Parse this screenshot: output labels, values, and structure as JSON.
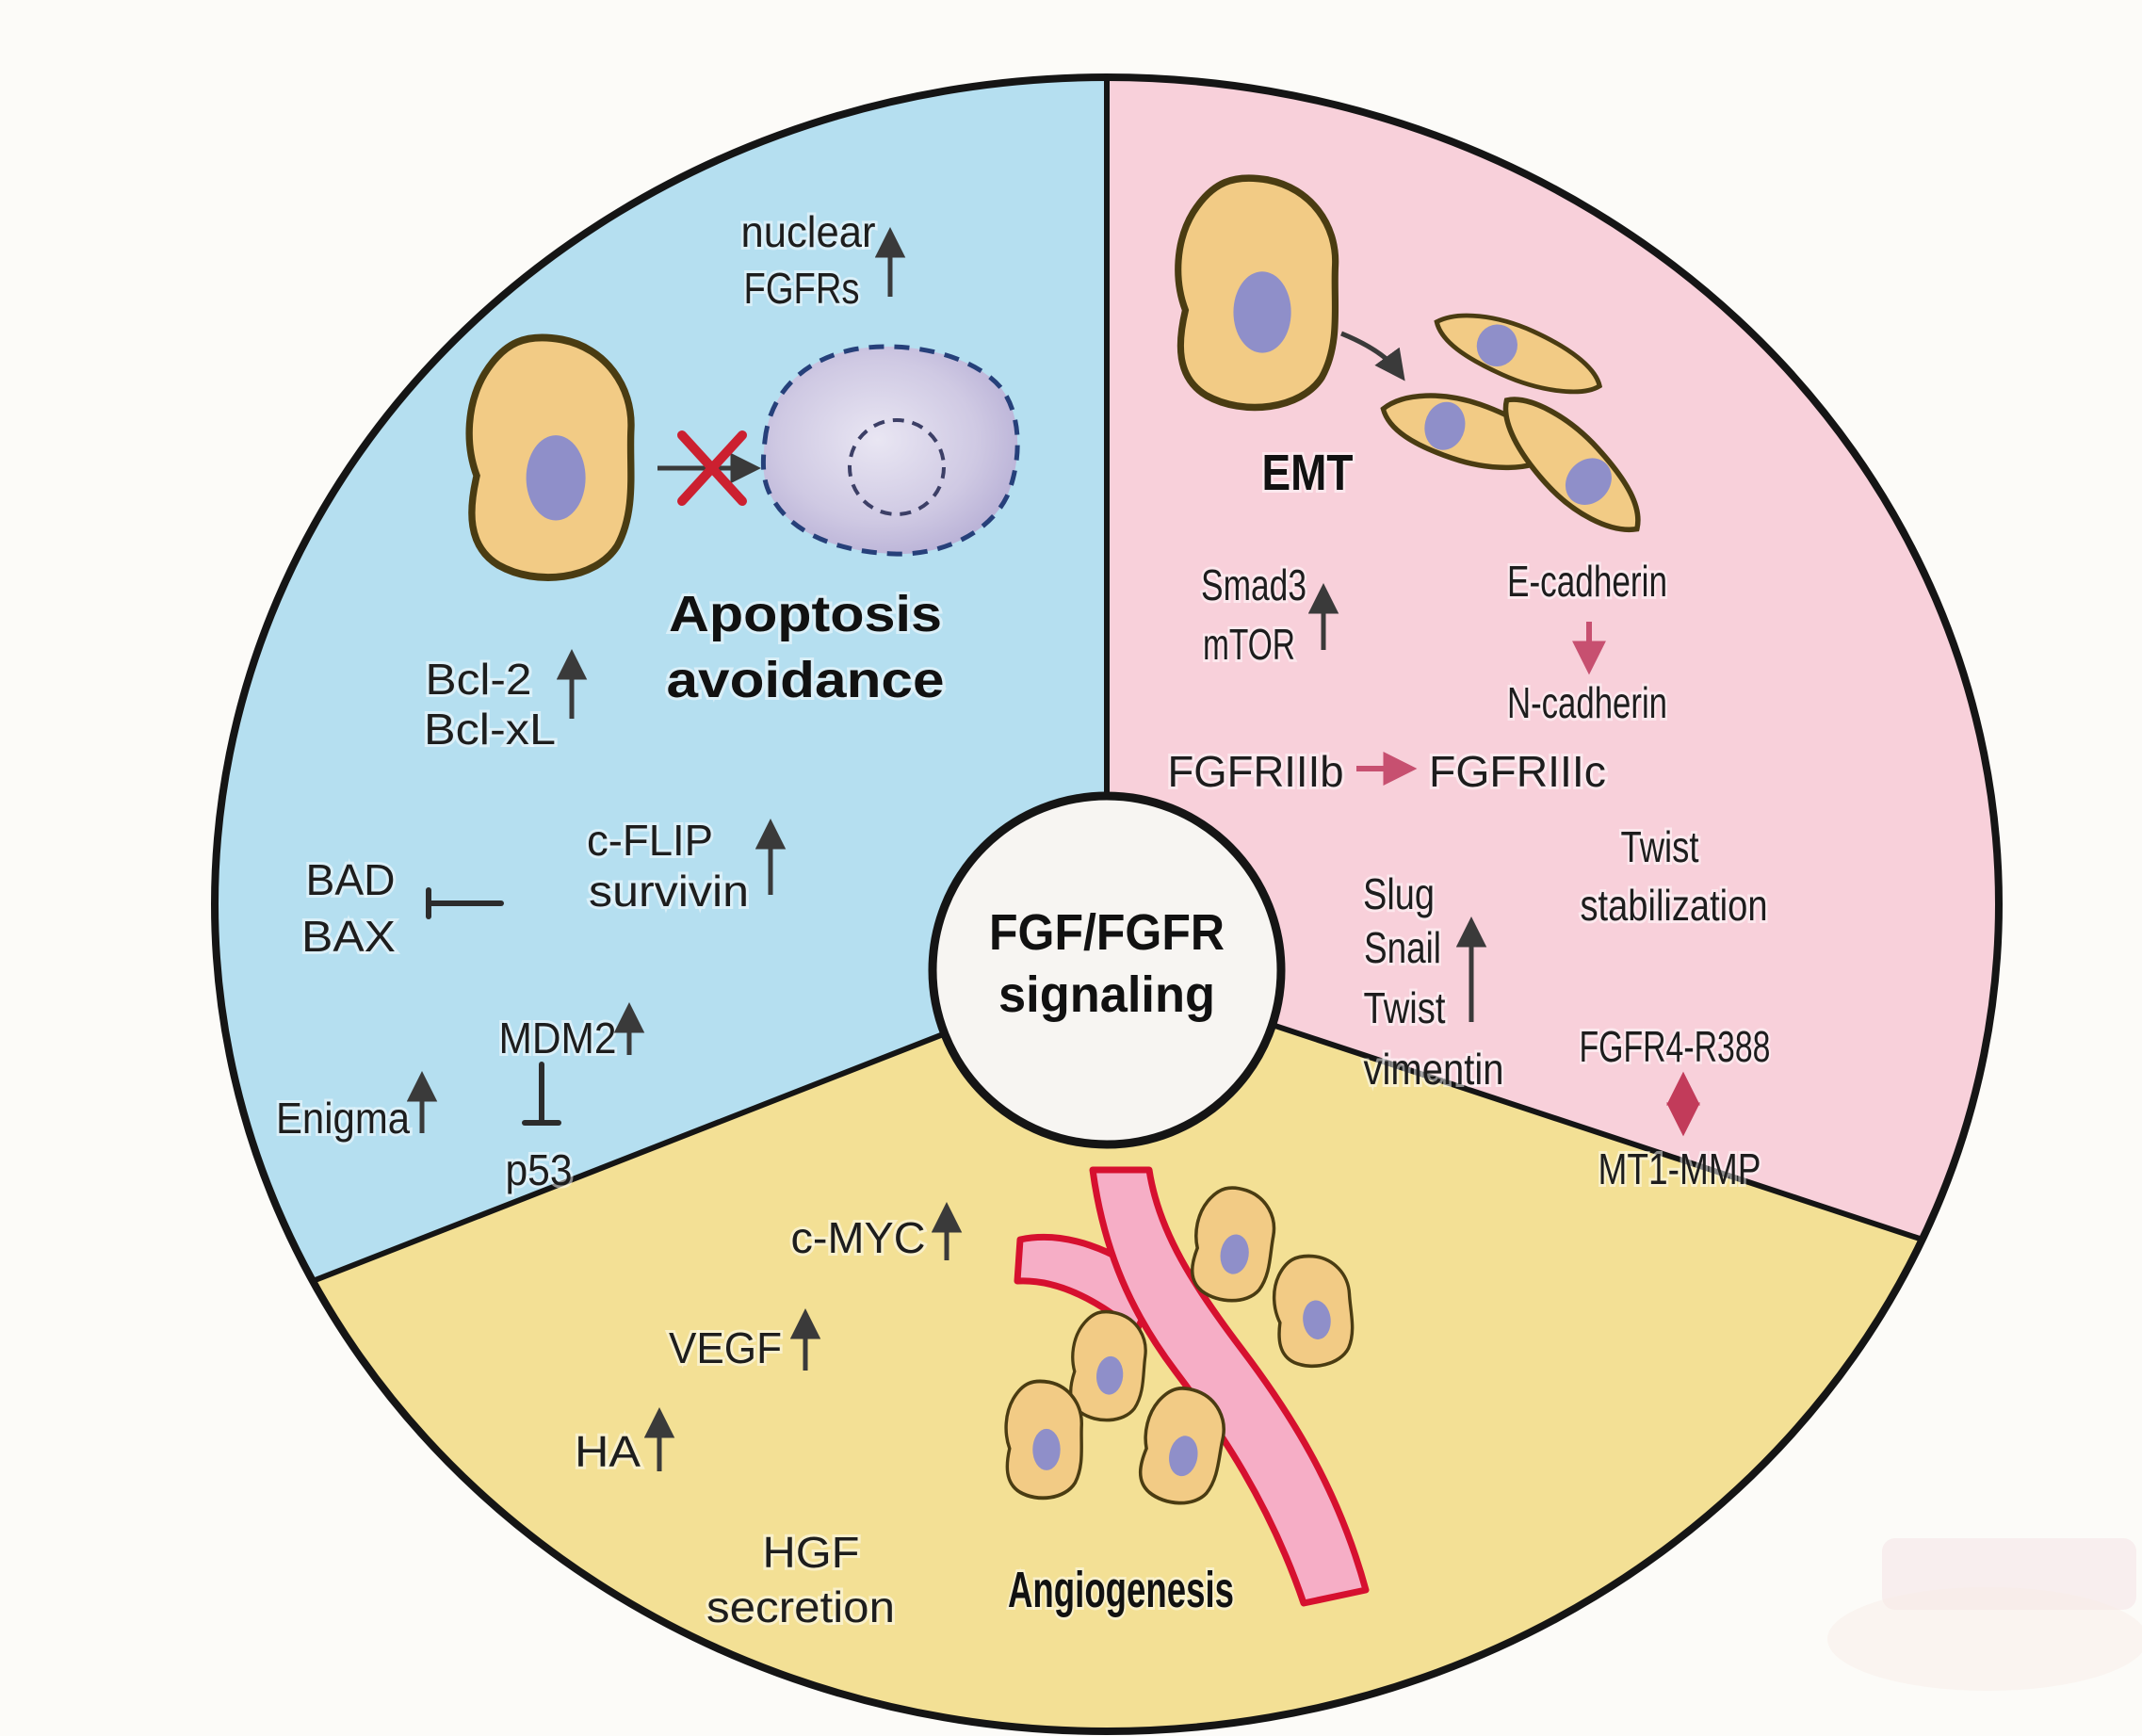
{
  "figure": {
    "center": {
      "title_line1": "FGF/FGFR",
      "title_line2": "signaling"
    },
    "sectors": {
      "apoptosis_avoidance": {
        "title_line1": "Apoptosis",
        "title_line2": "avoidance",
        "nuclear_fgfrs_line1": "nuclear",
        "nuclear_fgfrs_line2": "FGFRs",
        "bcl2": "Bcl-2",
        "bclxl": "Bcl-xL",
        "bad": "BAD",
        "bax": "BAX",
        "cflip": "c-FLIP",
        "survivin": "survivin",
        "mdm2": "MDM2",
        "p53": "p53",
        "enigma": "Enigma"
      },
      "emt": {
        "title": "EMT",
        "smad3": "Smad3",
        "mtor": "mTOR",
        "e_cadherin": "E-cadherin",
        "n_cadherin": "N-cadherin",
        "fgfr3b": "FGFRIIIb",
        "fgfr3c": "FGFRIIIc",
        "slug": "Slug",
        "snail": "Snail",
        "twist": "Twist",
        "vimentin": "vimentin",
        "twist_stab_line1": "Twist",
        "twist_stab_line2": "stabilization",
        "fgfr4_r388": "FGFR4-R388",
        "mt1_mmp": "MT1-MMP"
      },
      "angiogenesis": {
        "title": "Angiogenesis",
        "cmyc": "c-MYC",
        "vegf": "VEGF",
        "ha": "HA",
        "hgf_line1": "HGF",
        "hgf_line2": "secretion"
      }
    },
    "colors": {
      "apoptosis_sector": "#b5dff0",
      "emt_sector": "#f8d0da",
      "angiogenesis_sector": "#f3e095",
      "center_circle": "#f7f5f2",
      "outline": "#151515",
      "cell_fill": "#f2cb85",
      "cell_border": "#4a3c12",
      "nucleus": "#8f8fc9",
      "apoptotic_cell": "#c3bcdd",
      "vessel_fill": "#f6aec6",
      "vessel_outline": "#d6102f",
      "rose_arrow": "#c75070",
      "crimson_arrow": "#c23b5a",
      "blocked_x": "#cc2030",
      "text": "#1d1d1d"
    }
  }
}
